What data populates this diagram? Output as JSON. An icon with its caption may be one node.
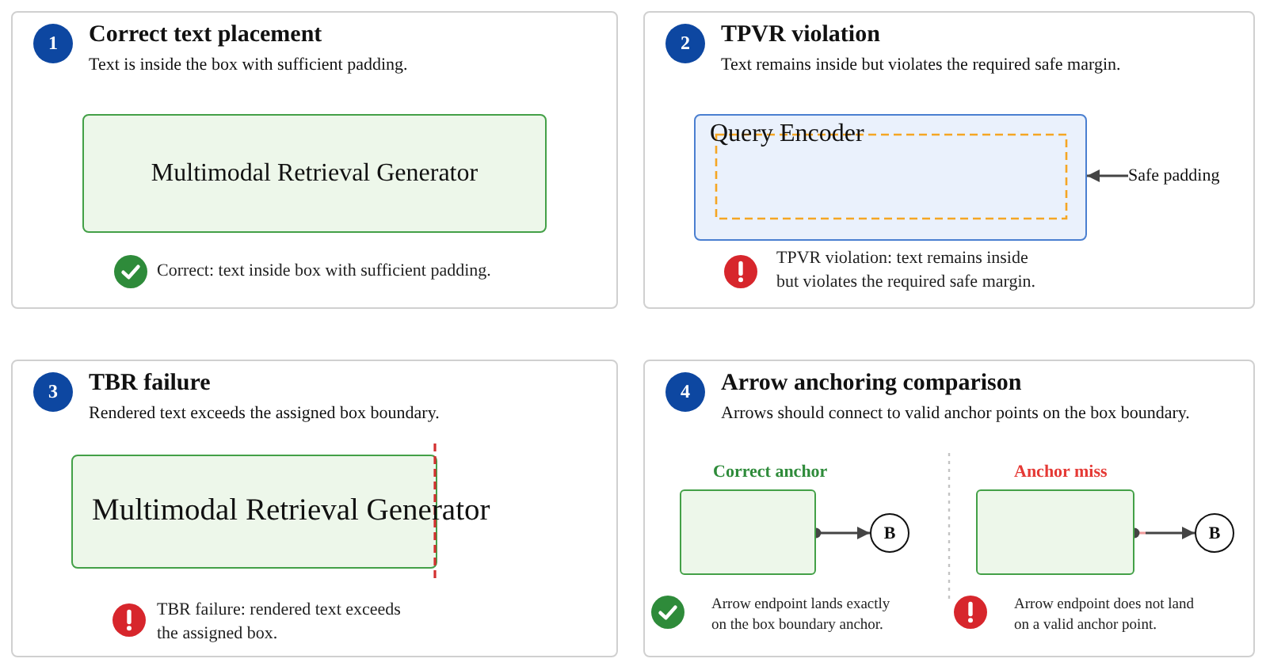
{
  "diagram": {
    "nodes": [
      {
        "text": [
          "Correct text placement",
          "Text is inside the box with sufficient padding."
        ]
      },
      {
        "text": [
          "1"
        ],
        "in": 0
      },
      {
        "text": [
          "Multimodal Retrieval Generator"
        ],
        "in": 0,
        "beside": [
          "Correct: text inside box with sufficient padding."
        ]
      },
      {
        "text": [
          "TPVR violation",
          "Text remains inside but violates the required safe margin."
        ]
      },
      {
        "text": [
          "2"
        ],
        "in": 3
      },
      {
        "text": [
          "Query Encoder"
        ],
        "in": 3,
        "beside": [
          "TPVR violation: text remains inside but violates the required safe margin."
        ]
      },
      {
        "text": [
          "Safe padding"
        ],
        "in": 3
      },
      {
        "text": [
          "TBR failure",
          "Rendered text exceeds the assigned box boundary."
        ]
      },
      {
        "text": [
          "3"
        ],
        "in": 7
      },
      {
        "text": [
          "Multimodal Retrieval Generator"
        ],
        "in": 7,
        "beside": [
          "TBR failure: rendered text exceeds the assigned box."
        ]
      },
      {
        "text": [
          "Arrow anchoring comparison",
          "Arrows should connect to valid anchor points on the box boundary."
        ]
      },
      {
        "text": [
          "4"
        ],
        "in": 10
      },
      {
        "text": [],
        "shape": "box",
        "in": 10,
        "beside": [
          "Correct anchor",
          "Arrow endpoint lands exactly on the box boundary anchor."
        ]
      },
      {
        "text": [
          "B"
        ],
        "in": 10
      },
      {
        "text": [],
        "shape": "box",
        "in": 10,
        "beside": [
          "Anchor miss",
          "Arrow endpoint does not land on a valid anchor point."
        ]
      },
      {
        "text": [
          "B"
        ],
        "in": 10
      }
    ],
    "edges": [
      {
        "from": 6,
        "to": 5,
        "arrow": "to"
      },
      {
        "from": 12,
        "to": 13,
        "arrow": "to"
      },
      {
        "from": 14,
        "to": 15,
        "arrow": "to"
      }
    ]
  }
}
